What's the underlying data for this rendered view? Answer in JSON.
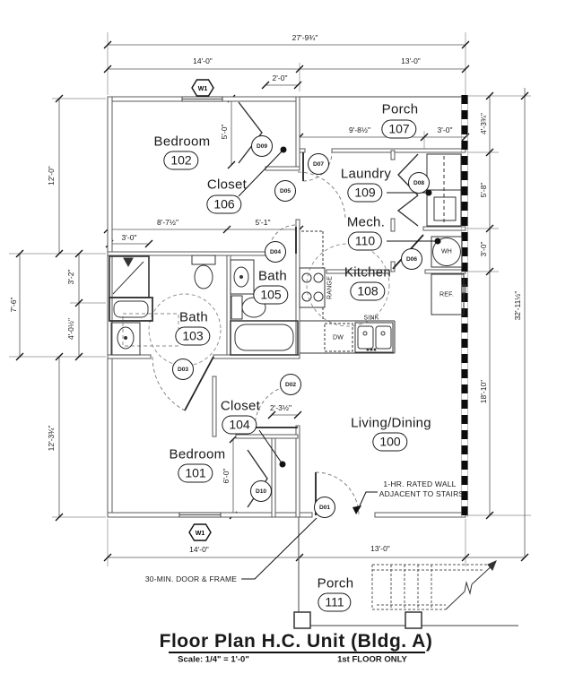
{
  "title_block": {
    "title": "Floor Plan H.C. Unit (Bldg. A)",
    "scale": "Scale:  1/4\" = 1'-0\"",
    "floor_note": "1st FLOOR ONLY"
  },
  "rooms": [
    {
      "name": "Living/Dining",
      "number": "100"
    },
    {
      "name": "Bedroom",
      "number": "101"
    },
    {
      "name": "Bedroom",
      "number": "102"
    },
    {
      "name": "Bath",
      "number": "103"
    },
    {
      "name": "Closet",
      "number": "104"
    },
    {
      "name": "Bath",
      "number": "105"
    },
    {
      "name": "Closet",
      "number": "106"
    },
    {
      "name": "Porch",
      "number": "107"
    },
    {
      "name": "Kitchen",
      "number": "108"
    },
    {
      "name": "Laundry",
      "number": "109"
    },
    {
      "name": "Mech.",
      "number": "110"
    },
    {
      "name": "Porch",
      "number": "111"
    }
  ],
  "doors": [
    "D01",
    "D02",
    "D03",
    "D04",
    "D05",
    "D06",
    "D07",
    "D08",
    "D09",
    "D10"
  ],
  "windows": [
    "W1",
    "W1"
  ],
  "dimensions": {
    "top_overall": "27'-9¾\"",
    "top_left": "14'-0\"",
    "top_right": "13'-0\"",
    "closet106_door": "2'-0\"",
    "closet106_depth": "5'-0\"",
    "porch107_left": "9'-8½\"",
    "porch107_right": "3'-0\"",
    "left_bedroom102": "12'-0\"",
    "left_bath": "7'-6\"",
    "left_shower": "3'-2\"",
    "left_vanity": "4'-0½\"",
    "left_bedroom101": "12'-3¾\"",
    "bath103_width": "8'-7½\"",
    "bath105_width": "5'-1\"",
    "shower_width": "3'-0\"",
    "right_porch": "4'-3¾\"",
    "right_laundry": "5'-8\"",
    "right_mech": "3'-0\"",
    "right_living": "18'-10\"",
    "right_overall": "32'-11½\"",
    "closet104_width": "2'-3½\"",
    "closet104_depth": "6'-0\"",
    "bottom_left": "14'-0\"",
    "bottom_right": "13'-0\""
  },
  "notes": {
    "rated_wall_line1": "1-HR. RATED WALL",
    "rated_wall_line2": "ADJACENT TO STAIRS",
    "door_note": "30-MIN. DOOR & FRAME"
  },
  "fixtures": {
    "range": "RANGE",
    "sink": "SINK",
    "dishwasher": "DW",
    "refrigerator": "REF.",
    "water_heater": "WH"
  }
}
